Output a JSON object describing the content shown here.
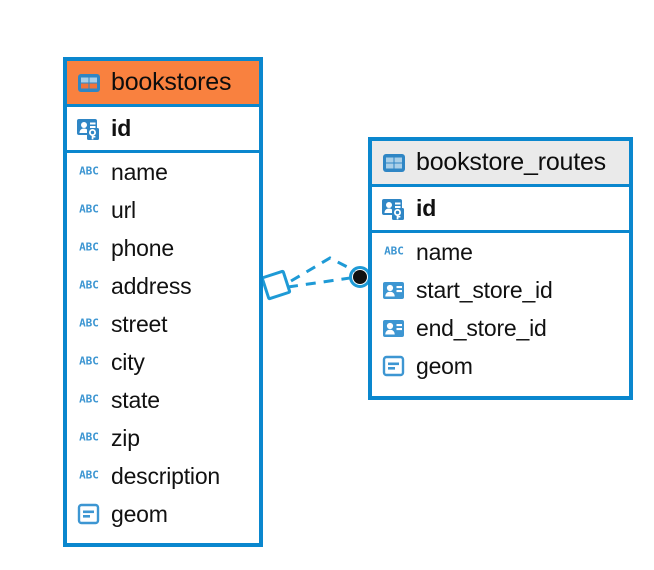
{
  "diagram": {
    "type": "entity-relationship-diagram",
    "background": "#ffffff",
    "accent_blue": "#0a87ce",
    "header_orange": "#f9813f",
    "header_gray": "#eaeaea"
  },
  "entities": [
    {
      "name": "bookstores",
      "title": "bookstores",
      "header_color": "#f9813f",
      "header_icon": "table-grid-icon",
      "fields": [
        {
          "label": "id",
          "icon": "primary-key-icon",
          "type": "pk"
        },
        {
          "label": "name",
          "icon": "abc-text-icon",
          "type": "text"
        },
        {
          "label": "url",
          "icon": "abc-text-icon",
          "type": "text"
        },
        {
          "label": "phone",
          "icon": "abc-text-icon",
          "type": "text"
        },
        {
          "label": "address",
          "icon": "abc-text-icon",
          "type": "text"
        },
        {
          "label": "street",
          "icon": "abc-text-icon",
          "type": "text"
        },
        {
          "label": "city",
          "icon": "abc-text-icon",
          "type": "text"
        },
        {
          "label": "state",
          "icon": "abc-text-icon",
          "type": "text"
        },
        {
          "label": "zip",
          "icon": "abc-text-icon",
          "type": "text"
        },
        {
          "label": "description",
          "icon": "abc-text-icon",
          "type": "text"
        },
        {
          "label": "geom",
          "icon": "geometry-icon",
          "type": "geometry"
        }
      ]
    },
    {
      "name": "bookstore_routes",
      "title": "bookstore_routes",
      "header_color": "#eaeaea",
      "header_icon": "table-grid-icon",
      "fields": [
        {
          "label": "id",
          "icon": "primary-key-icon",
          "type": "pk"
        },
        {
          "label": "name",
          "icon": "abc-text-icon",
          "type": "text"
        },
        {
          "label": "start_store_id",
          "icon": "foreign-key-icon",
          "type": "fk"
        },
        {
          "label": "end_store_id",
          "icon": "foreign-key-icon",
          "type": "fk"
        },
        {
          "label": "geom",
          "icon": "geometry-icon",
          "type": "geometry"
        }
      ]
    }
  ],
  "relationship": {
    "style": "dashed",
    "color": "#1e9ad6",
    "source_marker": "diamond-outline-icon",
    "target_marker": "filled-circle-icon",
    "target_marker_fill": "#111111"
  }
}
